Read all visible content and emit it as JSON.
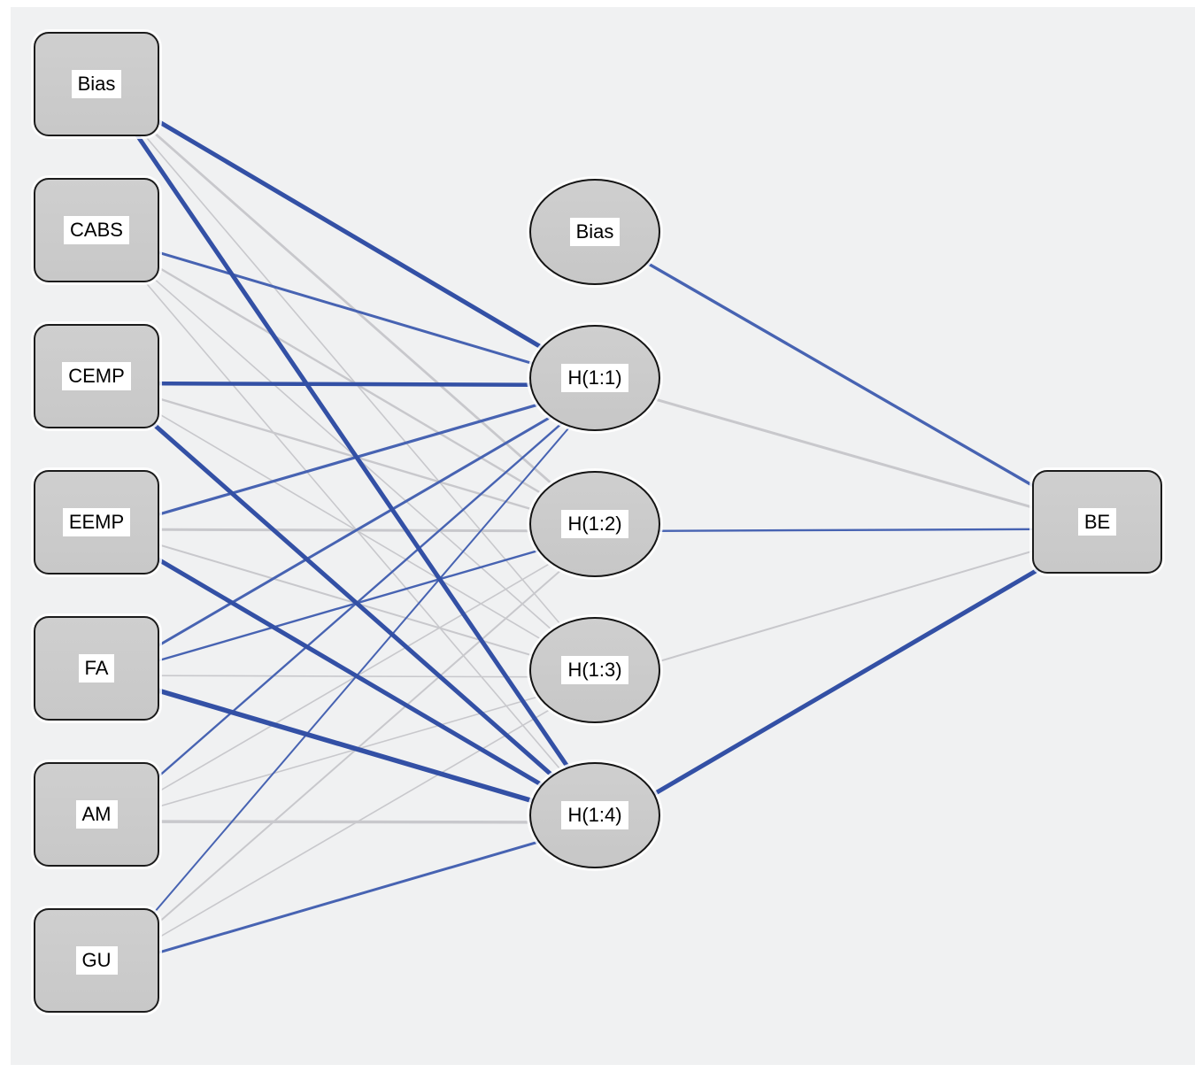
{
  "diagram": {
    "kind": "neural-network",
    "layers": [
      "input",
      "hidden",
      "output"
    ]
  },
  "colors": {
    "panel_background": "#f0f1f2",
    "page_background": "#ffffff",
    "positive_strong": "#3350a5",
    "positive": "#4763b2",
    "negative": "#c8c8cc",
    "node_fill": "#cbcbcb",
    "node_border": "#1b1b1b",
    "label_background": "#ffffff",
    "label_text": "#000000"
  },
  "nodes": {
    "inputs": [
      {
        "id": "bias_i",
        "label": "Bias"
      },
      {
        "id": "cabs",
        "label": "CABS"
      },
      {
        "id": "cemp",
        "label": "CEMP"
      },
      {
        "id": "eemp",
        "label": "EEMP"
      },
      {
        "id": "fa",
        "label": "FA"
      },
      {
        "id": "am",
        "label": "AM"
      },
      {
        "id": "gu",
        "label": "GU"
      }
    ],
    "hidden": [
      {
        "id": "bias_h",
        "label": "Bias"
      },
      {
        "id": "h11",
        "label": "H(1:1)"
      },
      {
        "id": "h12",
        "label": "H(1:2)"
      },
      {
        "id": "h13",
        "label": "H(1:3)"
      },
      {
        "id": "h14",
        "label": "H(1:4)"
      }
    ],
    "outputs": [
      {
        "id": "be",
        "label": "BE"
      }
    ]
  },
  "connections": [
    {
      "from": "bias_i",
      "to": "h11",
      "sign": "positive",
      "magnitude": 5.0
    },
    {
      "from": "bias_i",
      "to": "h12",
      "sign": "negative",
      "magnitude": 2.8
    },
    {
      "from": "bias_i",
      "to": "h13",
      "sign": "negative",
      "magnitude": 1.6
    },
    {
      "from": "bias_i",
      "to": "h14",
      "sign": "positive",
      "magnitude": 5.0
    },
    {
      "from": "cabs",
      "to": "h11",
      "sign": "positive",
      "magnitude": 3.0
    },
    {
      "from": "cabs",
      "to": "h12",
      "sign": "negative",
      "magnitude": 2.4
    },
    {
      "from": "cabs",
      "to": "h13",
      "sign": "negative",
      "magnitude": 1.6
    },
    {
      "from": "cabs",
      "to": "h14",
      "sign": "negative",
      "magnitude": 1.6
    },
    {
      "from": "cemp",
      "to": "h11",
      "sign": "positive",
      "magnitude": 4.5
    },
    {
      "from": "cemp",
      "to": "h12",
      "sign": "negative",
      "magnitude": 2.4
    },
    {
      "from": "cemp",
      "to": "h13",
      "sign": "negative",
      "magnitude": 1.6
    },
    {
      "from": "cemp",
      "to": "h14",
      "sign": "positive",
      "magnitude": 5.0
    },
    {
      "from": "eemp",
      "to": "h11",
      "sign": "positive",
      "magnitude": 3.2
    },
    {
      "from": "eemp",
      "to": "h12",
      "sign": "negative",
      "magnitude": 3.0
    },
    {
      "from": "eemp",
      "to": "h13",
      "sign": "negative",
      "magnitude": 2.0
    },
    {
      "from": "eemp",
      "to": "h14",
      "sign": "positive",
      "magnitude": 5.0
    },
    {
      "from": "fa",
      "to": "h11",
      "sign": "positive",
      "magnitude": 3.0
    },
    {
      "from": "fa",
      "to": "h12",
      "sign": "positive",
      "magnitude": 2.4
    },
    {
      "from": "fa",
      "to": "h13",
      "sign": "negative",
      "magnitude": 1.6
    },
    {
      "from": "fa",
      "to": "h14",
      "sign": "positive",
      "magnitude": 5.5
    },
    {
      "from": "am",
      "to": "h11",
      "sign": "positive",
      "magnitude": 2.4
    },
    {
      "from": "am",
      "to": "h12",
      "sign": "negative",
      "magnitude": 1.6
    },
    {
      "from": "am",
      "to": "h13",
      "sign": "negative",
      "magnitude": 1.6
    },
    {
      "from": "am",
      "to": "h14",
      "sign": "negative",
      "magnitude": 3.4
    },
    {
      "from": "gu",
      "to": "h11",
      "sign": "positive",
      "magnitude": 2.0
    },
    {
      "from": "gu",
      "to": "h12",
      "sign": "negative",
      "magnitude": 2.0
    },
    {
      "from": "gu",
      "to": "h13",
      "sign": "negative",
      "magnitude": 1.6
    },
    {
      "from": "gu",
      "to": "h14",
      "sign": "positive",
      "magnitude": 3.0
    },
    {
      "from": "bias_h",
      "to": "be",
      "sign": "positive",
      "magnitude": 3.4
    },
    {
      "from": "h11",
      "to": "be",
      "sign": "negative",
      "magnitude": 3.0
    },
    {
      "from": "h12",
      "to": "be",
      "sign": "positive",
      "magnitude": 2.4
    },
    {
      "from": "h13",
      "to": "be",
      "sign": "negative",
      "magnitude": 2.0
    },
    {
      "from": "h14",
      "to": "be",
      "sign": "positive",
      "magnitude": 5.0
    }
  ]
}
